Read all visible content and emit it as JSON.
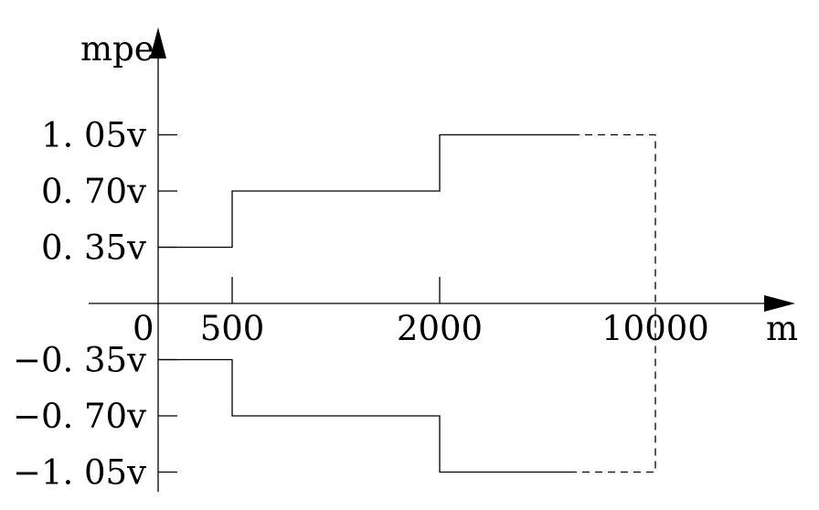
{
  "chart_data": {
    "type": "line",
    "ylabel": "mpe",
    "xlabel": "m",
    "origin_label": "0",
    "x_ticks": [
      {
        "value": 500,
        "label": "500"
      },
      {
        "value": 2000,
        "label": "2000"
      },
      {
        "value": 10000,
        "label": "10000"
      }
    ],
    "y_ticks": [
      {
        "value": 1.05,
        "label": "1. 05v"
      },
      {
        "value": 0.7,
        "label": "0. 70v"
      },
      {
        "value": 0.35,
        "label": "0. 35v"
      },
      {
        "value": -0.35,
        "label": "−0. 35v"
      },
      {
        "value": -0.7,
        "label": "−0. 70v"
      },
      {
        "value": -1.05,
        "label": "−1. 05v"
      }
    ],
    "series": [
      {
        "line_style": "solid",
        "points": [
          [
            0,
            0.35
          ],
          [
            500,
            0.35
          ],
          [
            500,
            0.7
          ],
          [
            2000,
            0.7
          ],
          [
            2000,
            1.05
          ],
          [
            3000,
            1.05
          ]
        ]
      },
      {
        "line_style": "dashed",
        "points": [
          [
            3000,
            1.05
          ],
          [
            10000,
            1.05
          ],
          [
            10000,
            -1.05
          ],
          [
            3000,
            -1.05
          ]
        ]
      },
      {
        "line_style": "solid",
        "points": [
          [
            0,
            -0.35
          ],
          [
            500,
            -0.35
          ],
          [
            500,
            -0.7
          ],
          [
            2000,
            -0.7
          ],
          [
            2000,
            -1.05
          ],
          [
            3000,
            -1.05
          ]
        ]
      }
    ],
    "grid": false,
    "legend": "none"
  }
}
